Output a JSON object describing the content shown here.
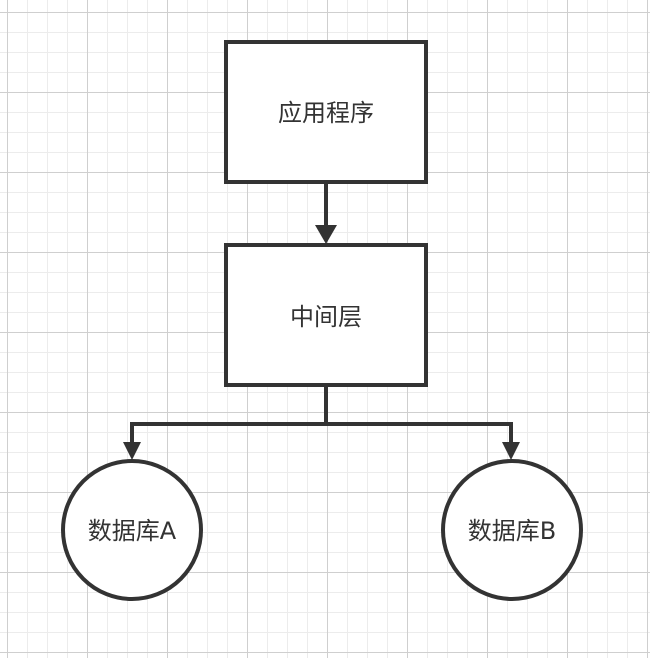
{
  "diagram": {
    "nodes": {
      "app": {
        "label": "应用程序",
        "shape": "rectangle"
      },
      "middle": {
        "label": "中间层",
        "shape": "rectangle"
      },
      "db_a": {
        "label": "数据库A",
        "shape": "circle"
      },
      "db_b": {
        "label": "数据库B",
        "shape": "circle"
      }
    },
    "edges": [
      {
        "from": "app",
        "to": "middle"
      },
      {
        "from": "middle",
        "to": "db_a"
      },
      {
        "from": "middle",
        "to": "db_b"
      }
    ],
    "colors": {
      "stroke": "#333333",
      "fill": "#ffffff",
      "grid_major": "#cfcfcf",
      "grid_minor": "#ececec"
    }
  }
}
